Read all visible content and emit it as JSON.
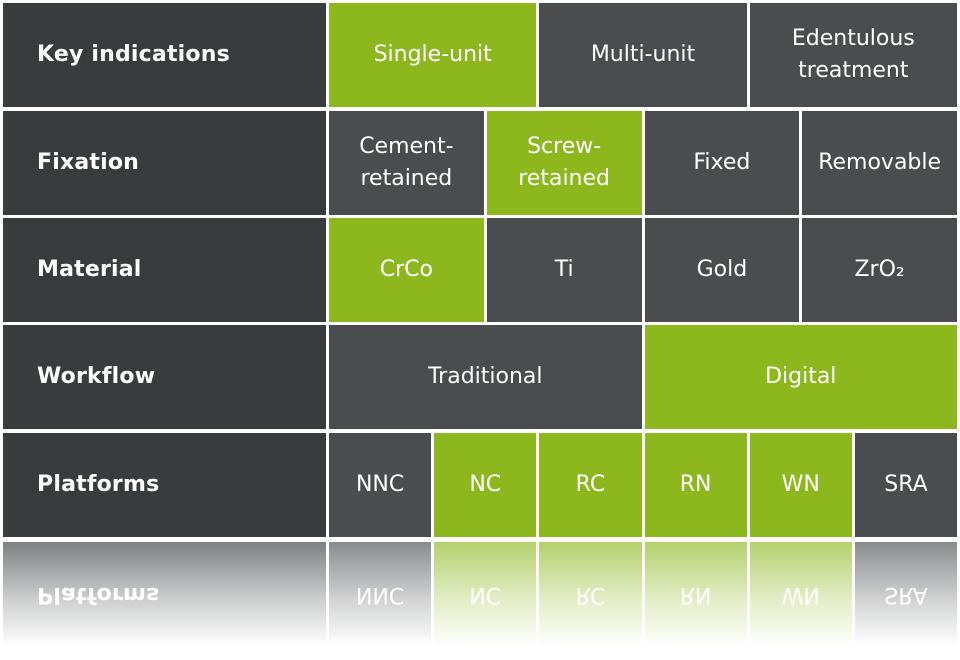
{
  "rows": [
    {
      "label": "Key indications",
      "cells": [
        {
          "text": "Single-unit",
          "flex": 1,
          "color": "green"
        },
        {
          "text": "Multi-unit",
          "flex": 1,
          "color": "dark"
        },
        {
          "text": "Edentulous treatment",
          "flex": 1,
          "color": "dark"
        }
      ]
    },
    {
      "label": "Fixation",
      "cells": [
        {
          "text": "Cement-retained",
          "flex": 1,
          "color": "dark"
        },
        {
          "text": "Screw-retained",
          "flex": 1,
          "color": "green"
        },
        {
          "text": "Fixed",
          "flex": 1,
          "color": "dark"
        },
        {
          "text": "Removable",
          "flex": 1,
          "color": "dark"
        }
      ]
    },
    {
      "label": "Material",
      "cells": [
        {
          "text": "CrCo",
          "flex": 1,
          "color": "green"
        },
        {
          "text": "Ti",
          "flex": 1,
          "color": "dark"
        },
        {
          "text": "Gold",
          "flex": 1,
          "color": "dark"
        },
        {
          "text": "ZrO₂",
          "flex": 1,
          "color": "dark"
        }
      ]
    },
    {
      "label": "Workflow",
      "cells": [
        {
          "text": "Traditional",
          "flex": 1,
          "color": "dark"
        },
        {
          "text": "Digital",
          "flex": 1,
          "color": "green"
        }
      ]
    },
    {
      "label": "Platforms",
      "cells": [
        {
          "text": "NNC",
          "flex": 1,
          "color": "dark"
        },
        {
          "text": "NC",
          "flex": 1,
          "color": "green"
        },
        {
          "text": "RC",
          "flex": 1,
          "color": "green"
        },
        {
          "text": "RN",
          "flex": 1,
          "color": "green"
        },
        {
          "text": "WN",
          "flex": 1,
          "color": "green"
        },
        {
          "text": "SRA",
          "flex": 1,
          "color": "dark"
        }
      ]
    }
  ],
  "colors": {
    "green": "#8db81d",
    "dark": "#4a4d50",
    "head": "#393c3f"
  }
}
